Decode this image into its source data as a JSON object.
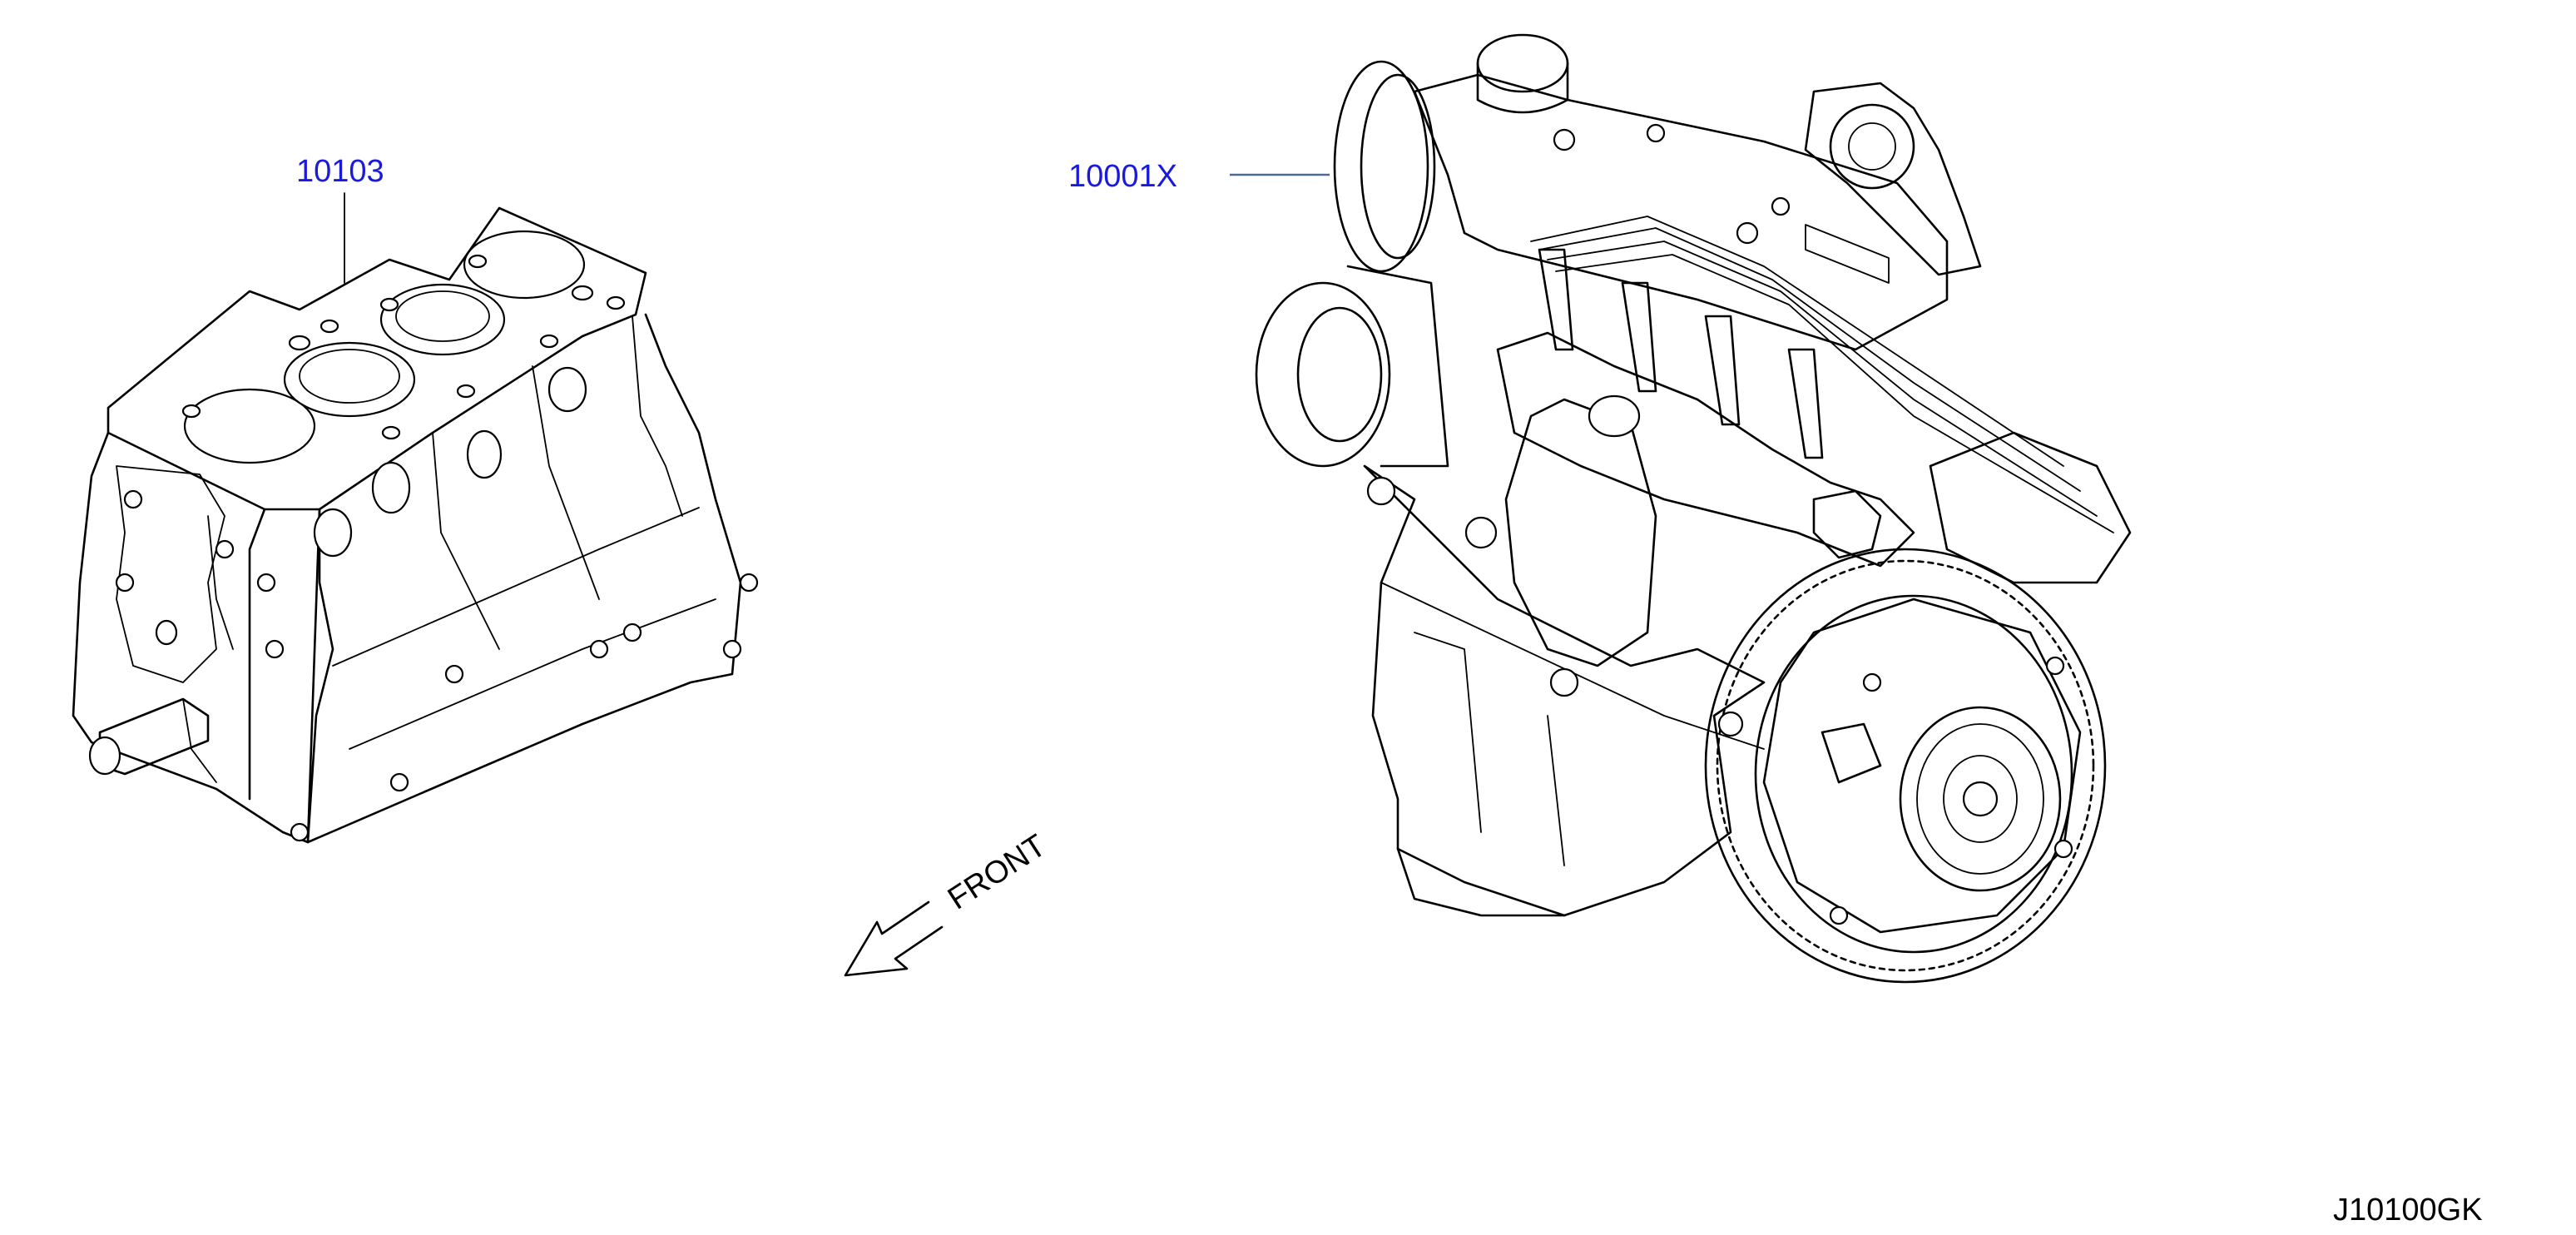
{
  "callouts": {
    "short_block": "10103",
    "engine_assembly": "10001X"
  },
  "direction_label": "FRONT",
  "figure_code": "J10100GK",
  "colors": {
    "callout_text": "#1a1adc",
    "leader_line": "#4a6a9a",
    "line_art": "#000000",
    "background": "#ffffff"
  }
}
